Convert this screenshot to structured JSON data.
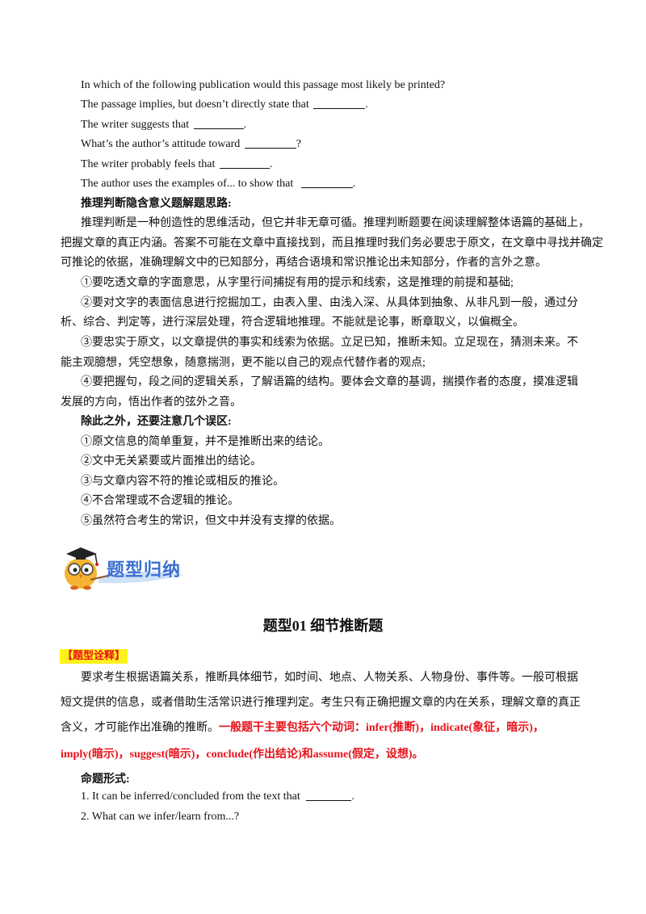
{
  "questions": [
    "In which of the following publication would this passage most likely be printed?",
    "The passage implies, but doesn’t directly state that",
    "The writer suggests that",
    "What’s the author’s attitude toward",
    "The writer probably feels that",
    "The author uses the examples of... to show that"
  ],
  "question_tails": [
    "",
    ".",
    ".",
    "?",
    ".",
    "."
  ],
  "approach_heading": "推理判断隐含意义题解题思路:",
  "approach_para": [
    "推理判断是一种创造性的思维活动，但它并非无章可循。推理判断题要在阅读理解整体语篇的基础上，",
    "把握文章的真正内涵。答案不可能在文章中直接找到，而且推理时我们务必要忠于原文，在文章中寻找并确定",
    "可推论的依据，准确理解文中的已知部分，再结合语境和常识推论出未知部分，作者的言外之意。"
  ],
  "points": [
    "①要吃透文章的字面意思，从字里行间捕捉有用的提示和线索，这是推理的前提和基础;",
    "②要对文字的表面信息进行挖掘加工，由表入里、由浅入深、从具体到抽象、从非凡到一般，通过分",
    "析、综合、判定等，进行深层处理，符合逻辑地推理。不能就是论事，断章取义，以偏概全。",
    "③要忠实于原文，以文章提供的事实和线索为依据。立足已知，推断未知。立足现在，猜测未来。不",
    "能主观臆想，凭空想象，随意揣测，更不能以自己的观点代替作者的观点;",
    "④要把握句，段之间的逻辑关系，了解语篇的结构。要体会文章的基调，揣摸作者的态度，摸准逻辑",
    "发展的方向，悟出作者的弦外之音。"
  ],
  "caution_heading": "除此之外，还要注意几个误区:",
  "cautions": [
    "①原文信息的简单重复，并不是推断出来的结论。",
    "②文中无关紧要或片面推出的结论。",
    "③与文章内容不符的推论或相反的推论。",
    "④不合常理或不合逻辑的推论。",
    "⑤虽然符合考生的常识，但文中并没有支撑的依据。"
  ],
  "banner_label": "题型归纳",
  "section_title": "题型01  细节推断题",
  "tag_label": "【题型诠释】",
  "explain": [
    "要求考生根据语篇关系，推断具体细节，如时间、地点、人物关系、人物身份、事件等。一般可根据",
    "短文提供的信息，或者借助生活常识进行推理判定。考生只有正确把握文章的内在关系，理解文章的真正",
    "含义，才可能作出准确的推断。"
  ],
  "explain_red_1": "一般题干主要包括六个动词：infer(推断)，indicate(象征，暗示)，",
  "explain_red_2": "imply(暗示)，suggest(暗示)，conclude(作出结论)和assume(假定，设想)。",
  "form_heading": "命题形式:",
  "forms": [
    "1.  It can be inferred/concluded from the text that",
    "2.  What can we infer/learn from...?"
  ],
  "form_tails": [
    ".",
    ""
  ]
}
